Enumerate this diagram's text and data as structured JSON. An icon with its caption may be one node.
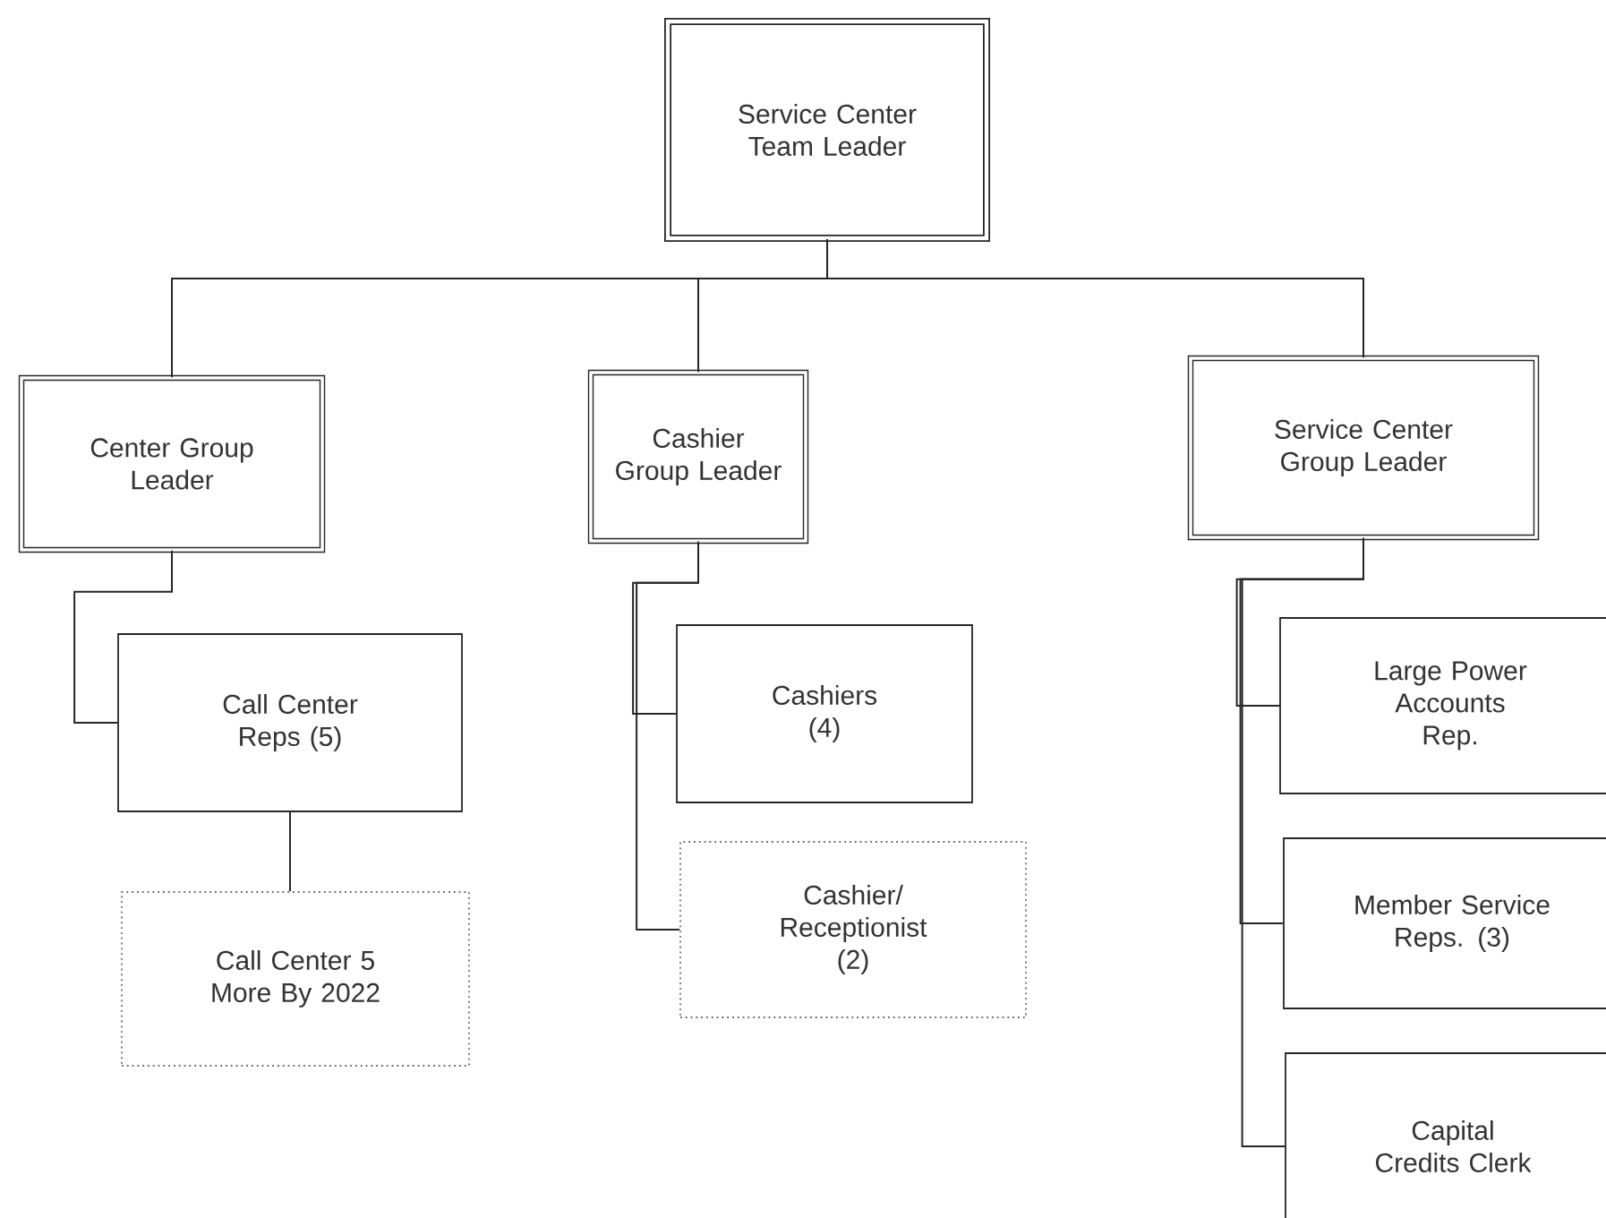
{
  "diagram": {
    "nodes": [
      {
        "text": [
          "Service Center Team Leader"
        ]
      },
      {
        "text": [
          "Center Group Leader"
        ]
      },
      {
        "text": [
          "Cashier Group Leader"
        ]
      },
      {
        "text": [
          "Service Center Group Leader"
        ]
      },
      {
        "text": [
          "Call Center Reps (5)"
        ]
      },
      {
        "text": [
          "Call Center 5 More By 2022"
        ]
      },
      {
        "text": [
          "Cashiers (4)"
        ]
      },
      {
        "text": [
          "Cashier/ Receptionist (2)"
        ]
      },
      {
        "text": [
          "Large Power Accounts Rep."
        ]
      },
      {
        "text": [
          "Member Service Reps. (3)"
        ]
      },
      {
        "text": [
          "Capital Credits Clerk"
        ]
      }
    ],
    "edges": [
      {
        "from": 0,
        "to": 1,
        "arrow": "none"
      },
      {
        "from": 0,
        "to": 2,
        "arrow": "none"
      },
      {
        "from": 0,
        "to": 3,
        "arrow": "none"
      },
      {
        "from": 1,
        "to": 4,
        "arrow": "none"
      },
      {
        "from": 4,
        "to": 5,
        "arrow": "none"
      },
      {
        "from": 2,
        "to": 6,
        "arrow": "none"
      },
      {
        "from": 2,
        "to": 7,
        "arrow": "none"
      },
      {
        "from": 3,
        "to": 8,
        "arrow": "none"
      },
      {
        "from": 3,
        "to": 9,
        "arrow": "none"
      },
      {
        "from": 3,
        "to": 10,
        "arrow": "none"
      }
    ]
  }
}
